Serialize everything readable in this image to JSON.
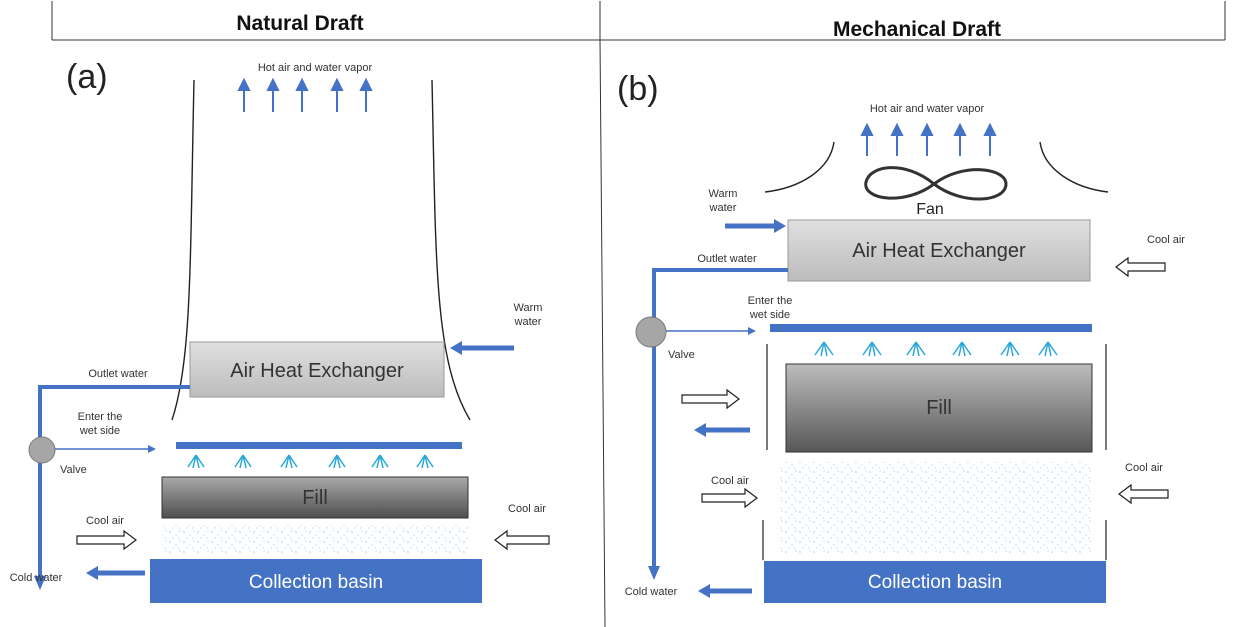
{
  "headers": {
    "left": "Natural Draft",
    "right": "Mechanical Draft"
  },
  "panels": {
    "natural": {
      "letter": "(a)",
      "hot_air_label": "Hot air and water vapor",
      "warm_water_line1": "Warm",
      "warm_water_line2": "water",
      "outlet_water": "Outlet water",
      "enter_wet_line1": "Enter the",
      "enter_wet_line2": "wet side",
      "valve": "Valve",
      "exchanger": "Air Heat Exchanger",
      "fill": "Fill",
      "cool_air_left": "Cool air",
      "cool_air_right": "Cool air",
      "basin": "Collection basin",
      "cold_water": "Cold water"
    },
    "mechanical": {
      "letter": "(b)",
      "hot_air_label": "Hot air and water vapor",
      "fan": "Fan",
      "warm_water_line1": "Warm",
      "warm_water_line2": "water",
      "outlet_water": "Outlet water",
      "enter_wet_line1": "Enter the",
      "enter_wet_line2": "wet side",
      "valve": "Valve",
      "exchanger": "Air Heat Exchanger",
      "fill": "Fill",
      "cool_air_top": "Cool air",
      "cool_air_left": "Cool air",
      "cool_air_right": "Cool air",
      "basin": "Collection basin",
      "cold_water": "Cold water"
    }
  },
  "colors": {
    "pipe": "#4472c4",
    "spray": "#29a8d8",
    "basin": "#4472c4",
    "fill_dark": "#6e6e6e",
    "exchanger": "#cfcfcf"
  }
}
